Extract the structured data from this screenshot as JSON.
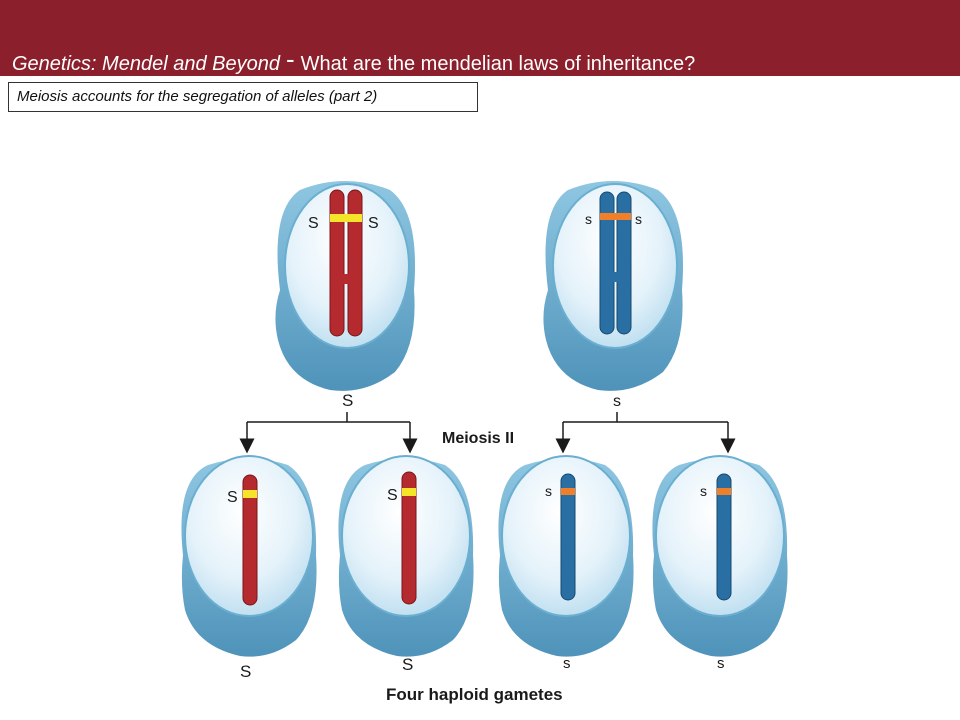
{
  "header": {
    "title_italic": "Genetics: Mendel and Beyond",
    "separator": "-",
    "title_rest": "What are the mendelian laws of inheritance?"
  },
  "subtitle": "Meiosis accounts for the segregation of alleles (part 2)",
  "diagram": {
    "meiosis_label": "Meiosis II",
    "gametes_label": "Four haploid gametes",
    "top_left_alleles": [
      "S",
      "S"
    ],
    "top_right_alleles": [
      "s",
      "s"
    ],
    "branch_left_label": "S",
    "branch_right_label": "s",
    "gamete_alleles": [
      "S",
      "S",
      "s",
      "s"
    ],
    "gamete_bottom_labels": [
      "S",
      "S",
      "s",
      "s"
    ],
    "colors": {
      "dominant_chromosome": "#b52a2f",
      "recessive_chromosome": "#2a6fa3",
      "dominant_band": "#f5e52a",
      "recessive_band": "#f07f2a",
      "cell_outer": "#6aaed0",
      "cell_inner": "#e4f2fa",
      "header_bg": "#8b1f2c"
    }
  }
}
